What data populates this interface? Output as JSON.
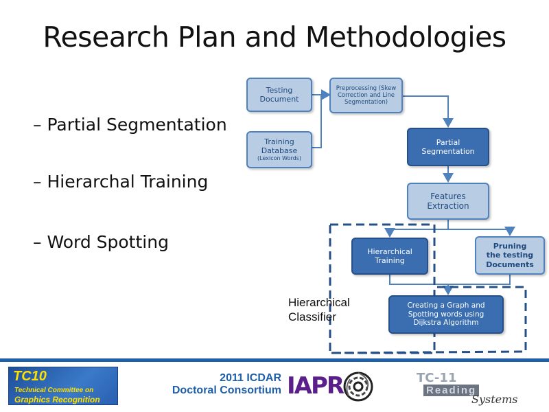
{
  "title": "Research Plan and Methodologies",
  "bullets": [
    "– Partial  Segmentation",
    "– Hierarchal Training",
    "– Word Spotting"
  ],
  "diagram": {
    "nodes": {
      "testing_document": "Testing Document",
      "preprocessing": "Preprocessing (Skew Correction and Line Segmentation)",
      "training_database": "Training Database",
      "training_database_sub": "(Lexicon Words)",
      "partial_segmentation": "Partial Segmentation",
      "features_extraction": "Features Extraction",
      "hierarchical_training": "Hierarchical Training",
      "pruning": "Pruning the testing Documents",
      "graph_spotting": "Creating a Graph and Spotting words using Dijkstra Algorithm"
    },
    "group_label_1": "Hierarchical",
    "group_label_2": "Classifier"
  },
  "footer": {
    "tc10": {
      "big": "TC10",
      "line1": "Technical Committee on",
      "line2": "Graphics Recognition"
    },
    "conference_line1": "2011 ICDAR",
    "conference_line2": "Doctoral Consortium",
    "iapr": "IAPR",
    "tc11": {
      "top": "TC-11",
      "mid": "Reading",
      "bottom": "Systems"
    }
  },
  "colors": {
    "light_node": "#b8cce4",
    "dark_node": "#3a6eb0",
    "arrow": "#4f81bd",
    "footer_blue": "#1f5fa8"
  }
}
